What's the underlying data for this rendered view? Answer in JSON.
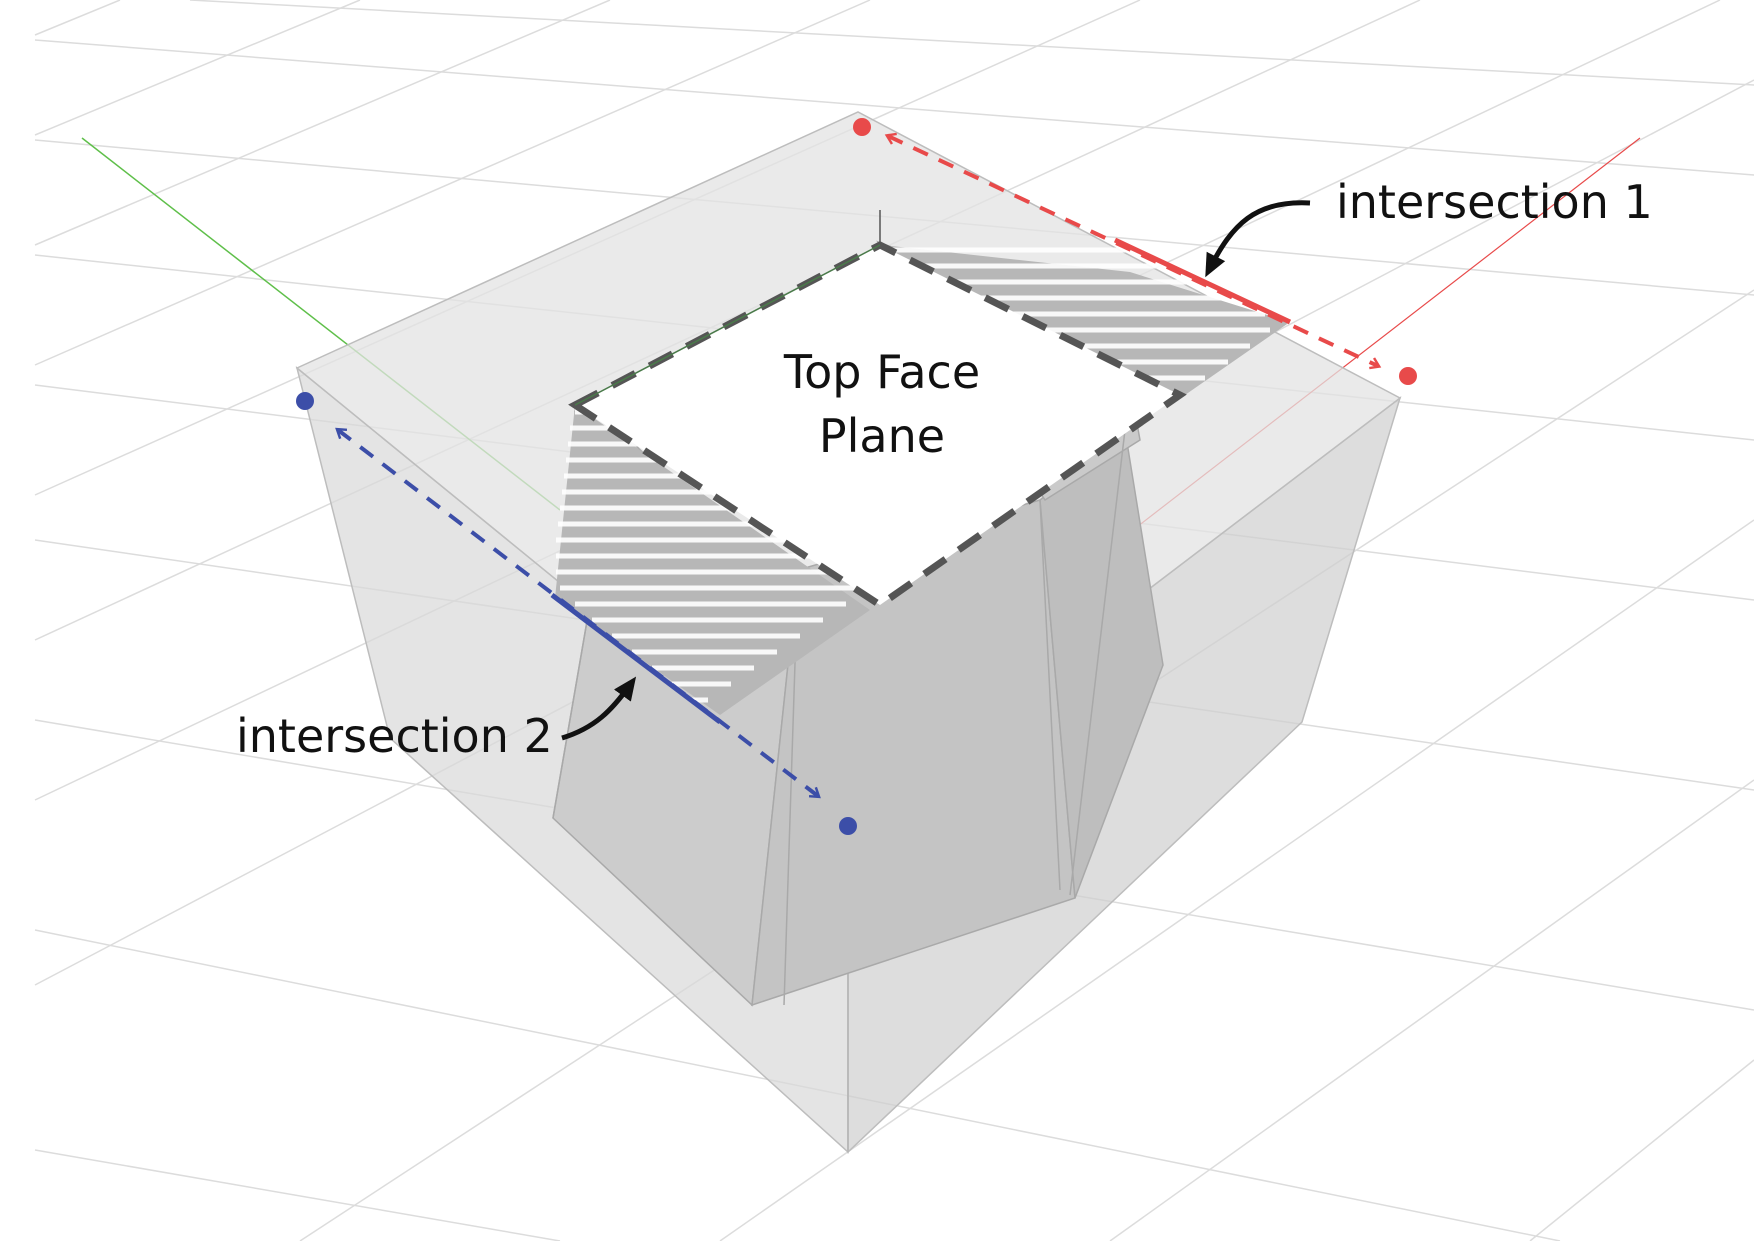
{
  "labels": {
    "top_face_line1": "Top Face",
    "top_face_line2": "Plane",
    "intersection_1": "intersection 1",
    "intersection_2": "intersection 2"
  },
  "colors": {
    "red_accent": "#e84a4a",
    "blue_accent": "#3c4ea8",
    "bounding_box_fill": "#e3e3e3",
    "solid_fill": "#cbcbcb",
    "grid_line": "#dcdcdc",
    "dashed_outline": "#555555",
    "y_axis": "#5fbf4a",
    "x_axis": "#e84a4a"
  }
}
